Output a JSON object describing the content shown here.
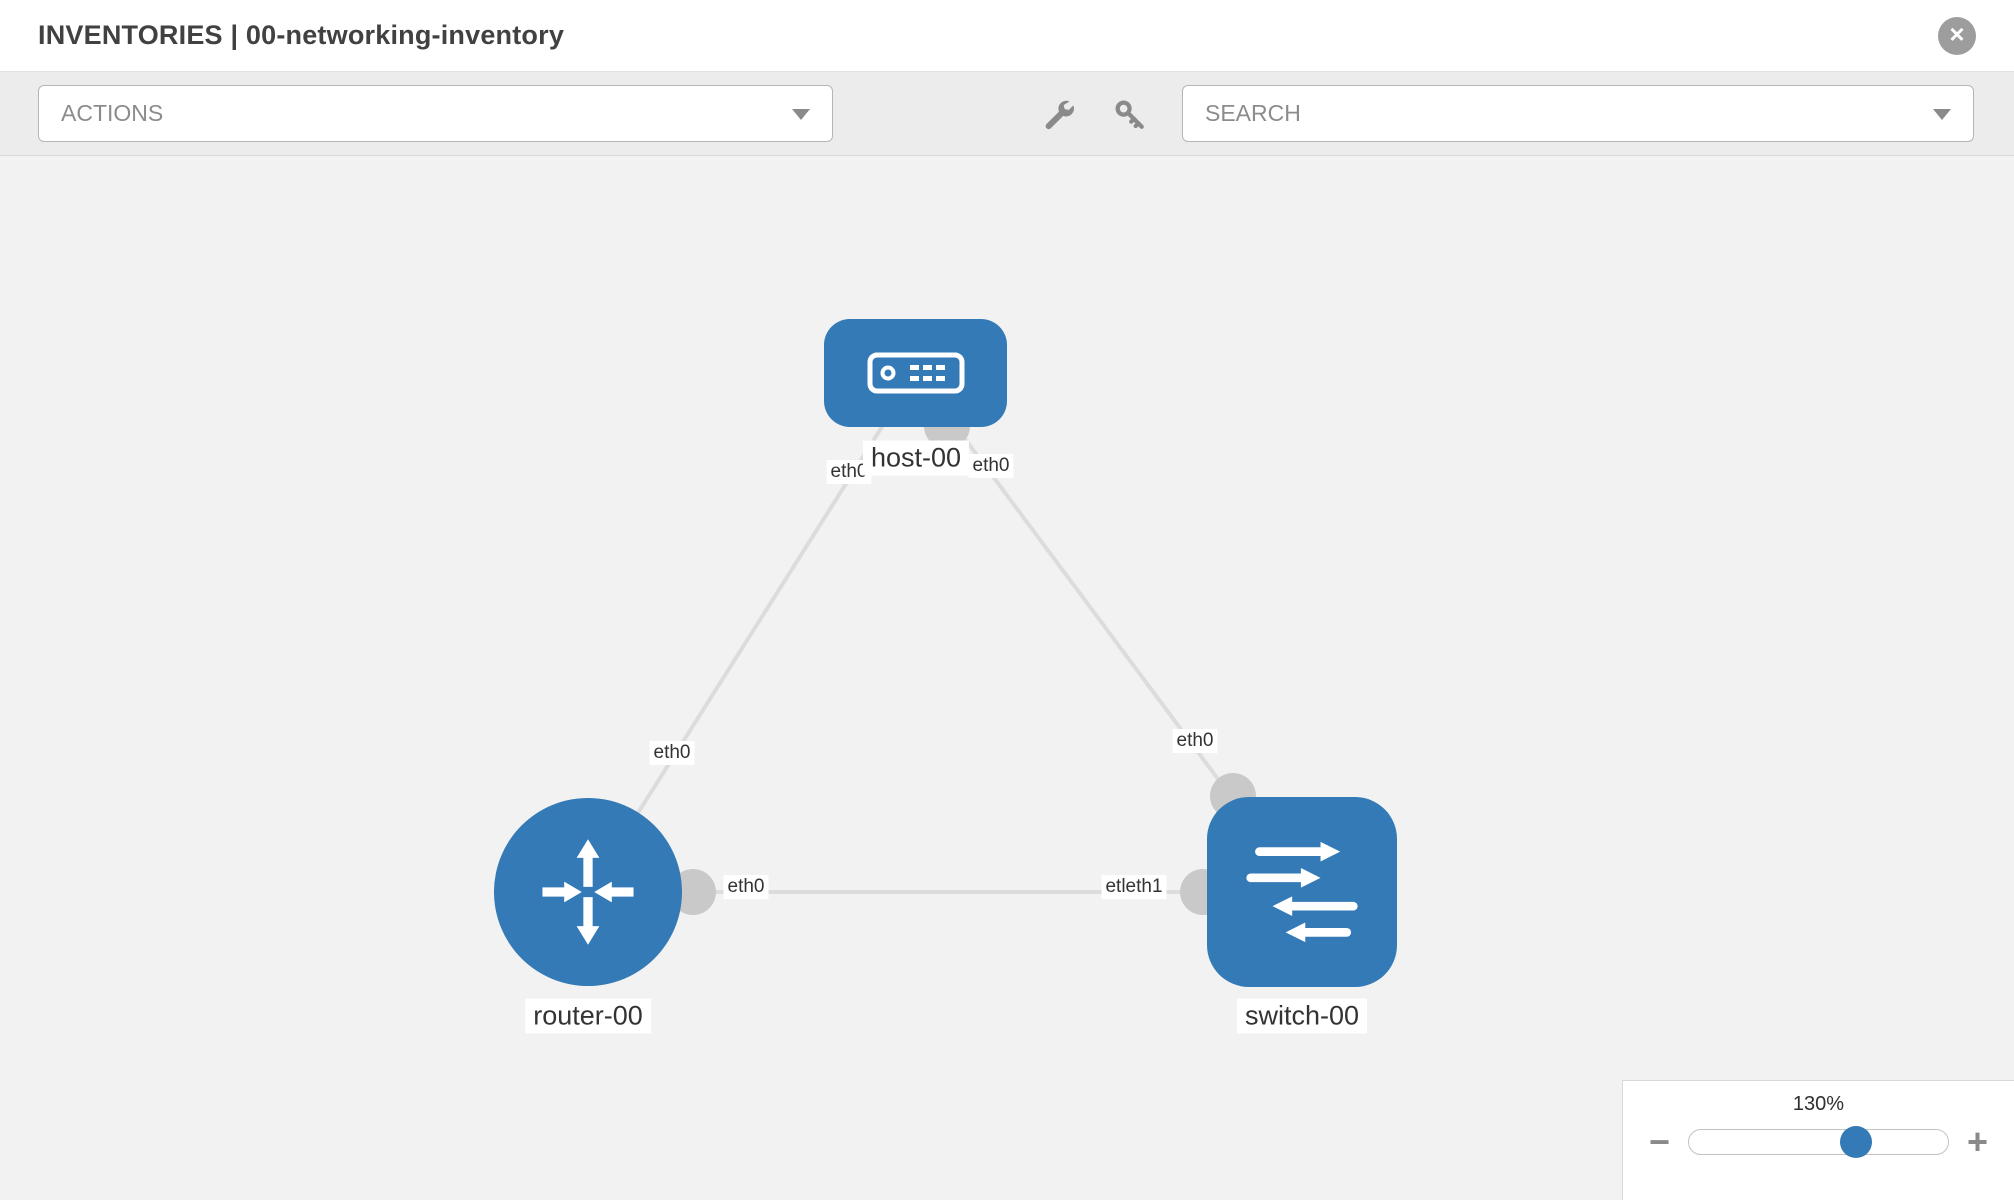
{
  "header": {
    "title": "INVENTORIES | 00-networking-inventory"
  },
  "toolbar": {
    "actions_placeholder": "ACTIONS",
    "search_placeholder": "SEARCH"
  },
  "icons": {
    "close": "circle-x-icon",
    "wrench": "wrench-icon",
    "key": "key-icon",
    "dropdown_caret": "chevron-down-icon",
    "host": "host-server-icon",
    "router": "router-arrows-icon",
    "switch": "switch-arrows-icon"
  },
  "colors": {
    "node_fill": "#337ab7",
    "edge": "#dcdcdc",
    "interface_dot": "#c9c9c9",
    "canvas_bg": "#f2f2f2",
    "toolbar_bg": "#ececec",
    "slider_thumb": "#337ab7"
  },
  "topology": {
    "nodes": [
      {
        "id": "host-00",
        "label": "host-00",
        "type": "host"
      },
      {
        "id": "router-00",
        "label": "router-00",
        "type": "router"
      },
      {
        "id": "switch-00",
        "label": "switch-00",
        "type": "switch"
      }
    ],
    "edges": [
      {
        "from": "host-00",
        "to": "router-00",
        "source_label": "eth0",
        "target_label": "eth0"
      },
      {
        "from": "host-00",
        "to": "switch-00",
        "source_label": "eth0",
        "target_label": "eth0"
      },
      {
        "from": "router-00",
        "to": "switch-00",
        "source_label": "eth0",
        "target_label": "etleth1"
      }
    ]
  },
  "zoom": {
    "level": "130%",
    "percent": 130,
    "minus_label": "−",
    "plus_label": "+"
  }
}
